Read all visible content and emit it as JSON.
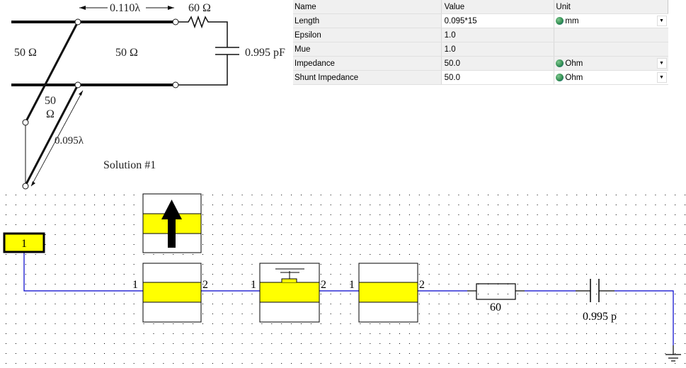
{
  "textbook_figure": {
    "series_length": "0.110λ",
    "resistor": "60 Ω",
    "capacitor": "0.995 pF",
    "left_line_impedance": "50 Ω",
    "series_line_impedance": "50 Ω",
    "stub_impedance_top": "50",
    "stub_impedance_bottom": "Ω",
    "stub_length": "0.095λ",
    "caption": "Solution #1"
  },
  "property_table": {
    "headers": {
      "name": "Name",
      "value": "Value",
      "unit": "Unit"
    },
    "rows": [
      {
        "name": "Length",
        "value": "0.095*15",
        "unit": "mm",
        "has_unit": true,
        "editable": true
      },
      {
        "name": "Epsilon",
        "value": "1.0",
        "unit": "",
        "has_unit": false,
        "editable": false
      },
      {
        "name": "Mue",
        "value": "1.0",
        "unit": "",
        "has_unit": false,
        "editable": false
      },
      {
        "name": "Impedance",
        "value": "50.0",
        "unit": "Ohm",
        "has_unit": true,
        "editable": false
      },
      {
        "name": "Shunt Impedance",
        "value": "50.0",
        "unit": "Ohm",
        "has_unit": true,
        "editable": true
      }
    ],
    "dropdown_glyph": "▼"
  },
  "schematic": {
    "port_label": "1",
    "tline1": {
      "pin1": "1",
      "pin2": "2"
    },
    "stub": {
      "pin1": "1",
      "pin2": "2"
    },
    "tline2": {
      "pin1": "1",
      "pin2": "2"
    },
    "resistor_value": "60",
    "capacitor_value": "0.995 p",
    "colors": {
      "wire": "#0000cc",
      "component_fill": "#ffff00",
      "grid_dot": "#000000"
    }
  }
}
